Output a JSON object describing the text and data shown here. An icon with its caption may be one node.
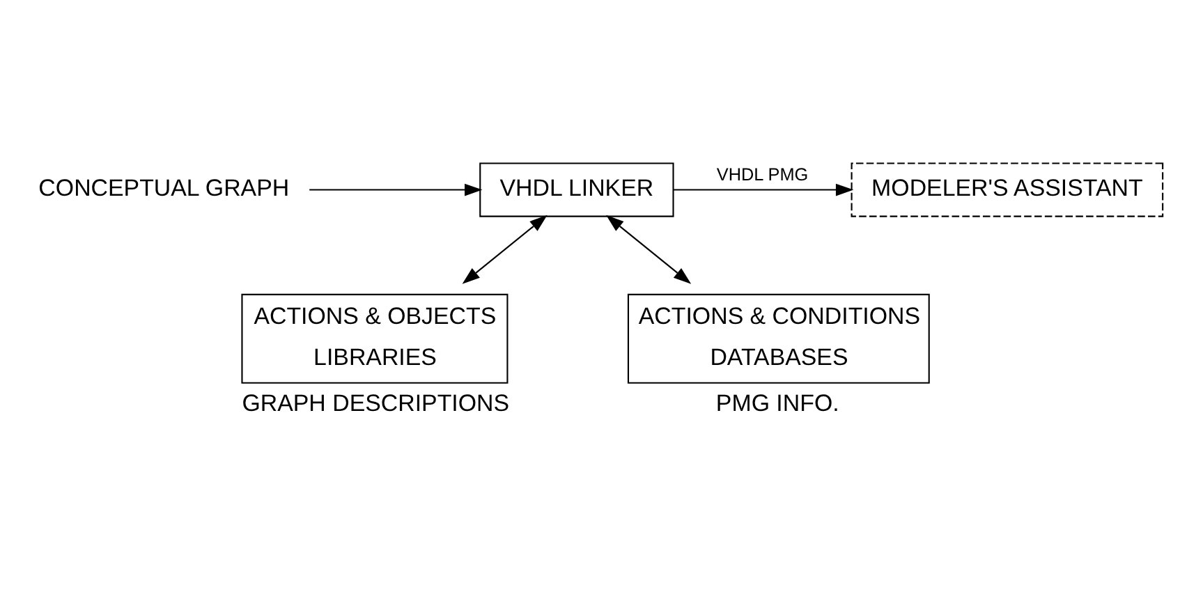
{
  "diagram": {
    "nodes": [
      {
        "text": [
          "CONCEPTUAL GRAPH"
        ]
      },
      {
        "text": [
          "VHDL LINKER"
        ]
      },
      {
        "text": [
          "MODELER'S ASSISTANT"
        ]
      },
      {
        "text": [
          "ACTIONS & OBJECTS",
          "LIBRARIES"
        ],
        "beside": [
          "GRAPH DESCRIPTIONS"
        ]
      },
      {
        "text": [
          "ACTIONS & CONDITIONS",
          "DATABASES"
        ],
        "beside": [
          "PMG INFO."
        ]
      }
    ],
    "edges": [
      {
        "from": 0,
        "to": 1,
        "arrow": "to"
      },
      {
        "from": 1,
        "to": 2,
        "arrow": "to",
        "label": "VHDL PMG"
      },
      {
        "from": 1,
        "to": 3,
        "arrow": "both"
      },
      {
        "from": 1,
        "to": 4,
        "arrow": "both"
      }
    ]
  }
}
